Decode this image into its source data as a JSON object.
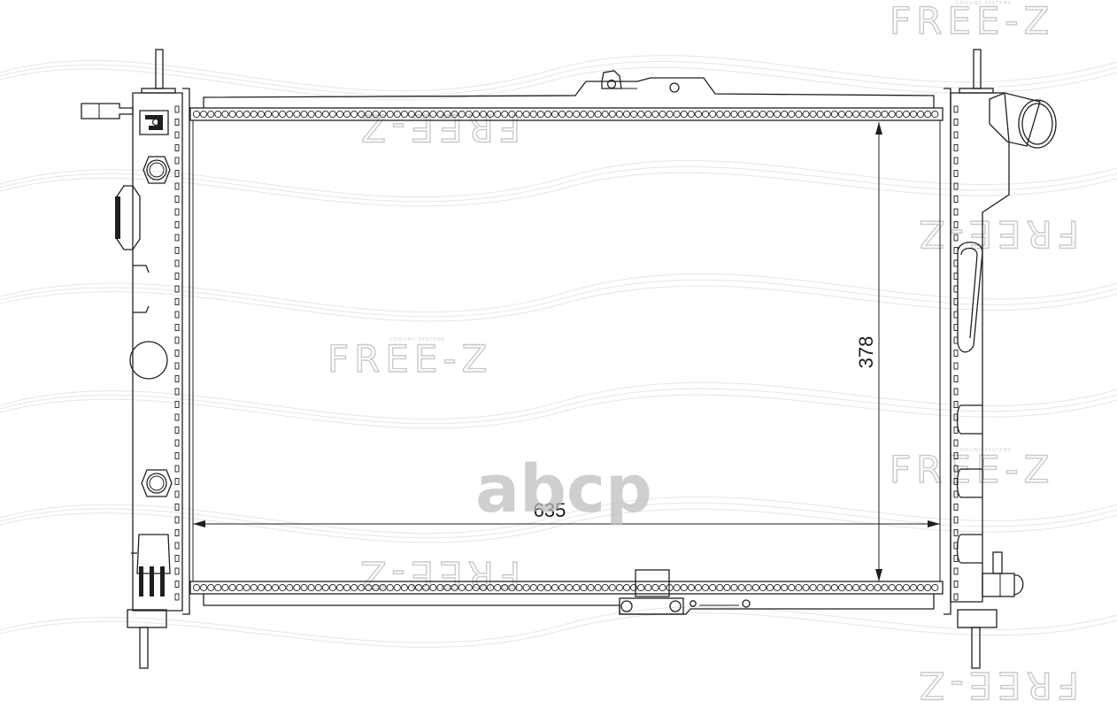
{
  "diagram": {
    "width_dimension": "635",
    "height_dimension": "378",
    "watermark_brand": "FREE-Z",
    "watermark_tagline": "COOLING SYSTEMS",
    "overlay_logo": "аbcp",
    "colors": {
      "line": "#1f1f1f",
      "watermark": "#c9c9c9",
      "logo": "#bdbdbd"
    }
  }
}
